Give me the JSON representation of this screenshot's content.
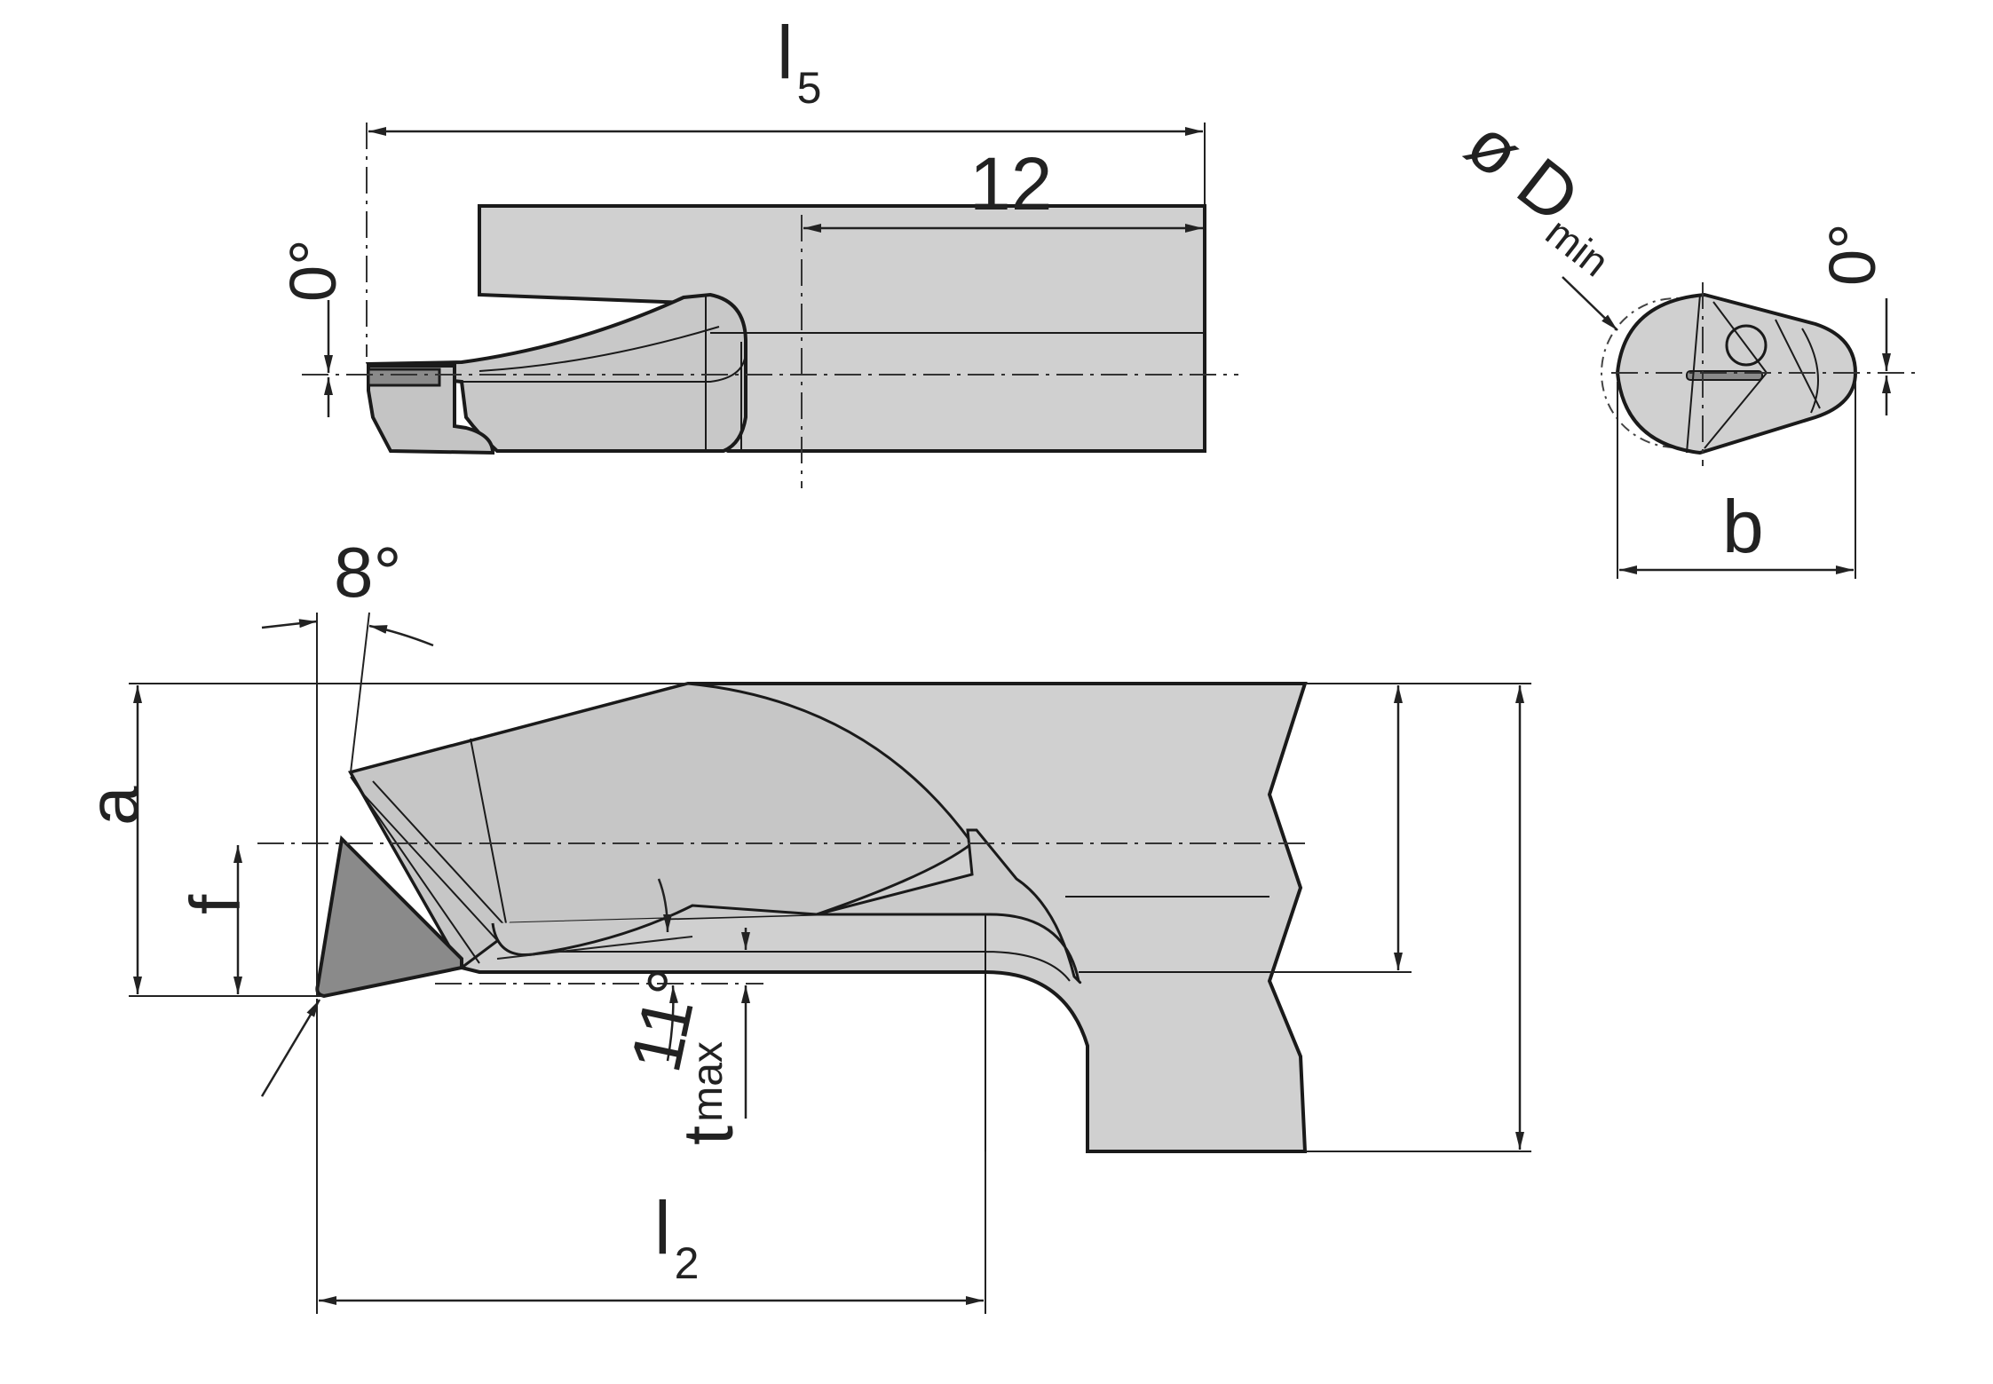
{
  "colors": {
    "body_fill": "#d0d0d0",
    "insert_fill": "#8a8a8a",
    "outline": "#1a1a1a",
    "line": "#222222",
    "background": "#ffffff"
  },
  "labels": {
    "l5": {
      "main": "l",
      "sub": "5"
    },
    "dim_12": "12",
    "angle_top_0": "0°",
    "dia": {
      "main": "ø D",
      "sub": "min"
    },
    "angle_end_0": "0°",
    "b": "b",
    "angle_8": "8°",
    "a": "a",
    "f": "f",
    "angle_11": "11°",
    "tmax": {
      "main": "t",
      "sub": "max"
    },
    "l2": {
      "main": "l",
      "sub": "2"
    }
  }
}
